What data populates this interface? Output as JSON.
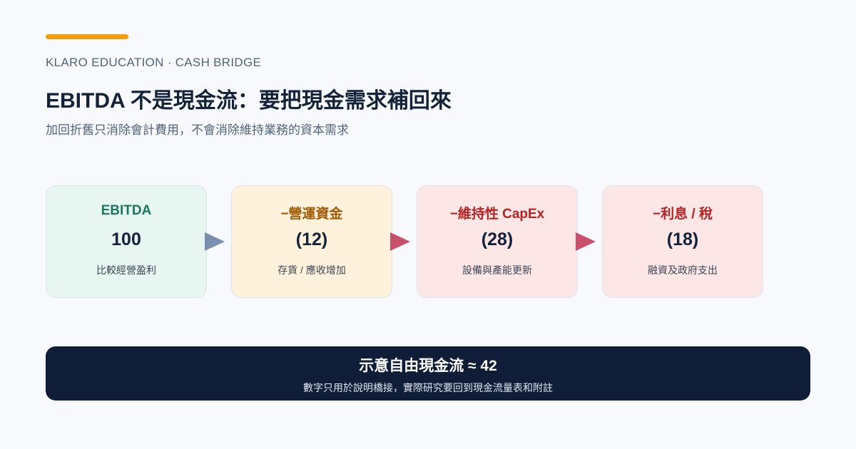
{
  "header": {
    "eyebrow": "KLARO EDUCATION · CASH BRIDGE",
    "title": "EBITDA 不是現金流：要把現金需求補回來",
    "subtitle": "加回折舊只消除會計費用，不會消除維持業務的資本需求"
  },
  "colors": {
    "accent": "#f59e0b",
    "ebitda": "#177a5c",
    "working_capital": "#a05a06",
    "deduction": "#b42323",
    "result_background": "#101d38"
  },
  "steps": [
    {
      "label": "EBITDA",
      "value": "100",
      "note": "比較經營盈利"
    },
    {
      "label": "−營運資金",
      "value": "(12)",
      "note": "存貨 / 應收增加"
    },
    {
      "label": "−維持性 CapEx",
      "value": "(28)",
      "note": "設備與產能更新"
    },
    {
      "label": "−利息 / 稅",
      "value": "(18)",
      "note": "融資及政府支出"
    }
  ],
  "arrows": [
    {
      "icon": "arrow-right-icon",
      "color": "#7890ad"
    },
    {
      "icon": "arrow-right-icon",
      "color": "#c9506b"
    },
    {
      "icon": "arrow-right-icon",
      "color": "#c9506b"
    }
  ],
  "result": {
    "title": "示意自由現金流 ≈ 42",
    "note": "數字只用於說明橋接，實際研究要回到現金流量表和附註"
  }
}
